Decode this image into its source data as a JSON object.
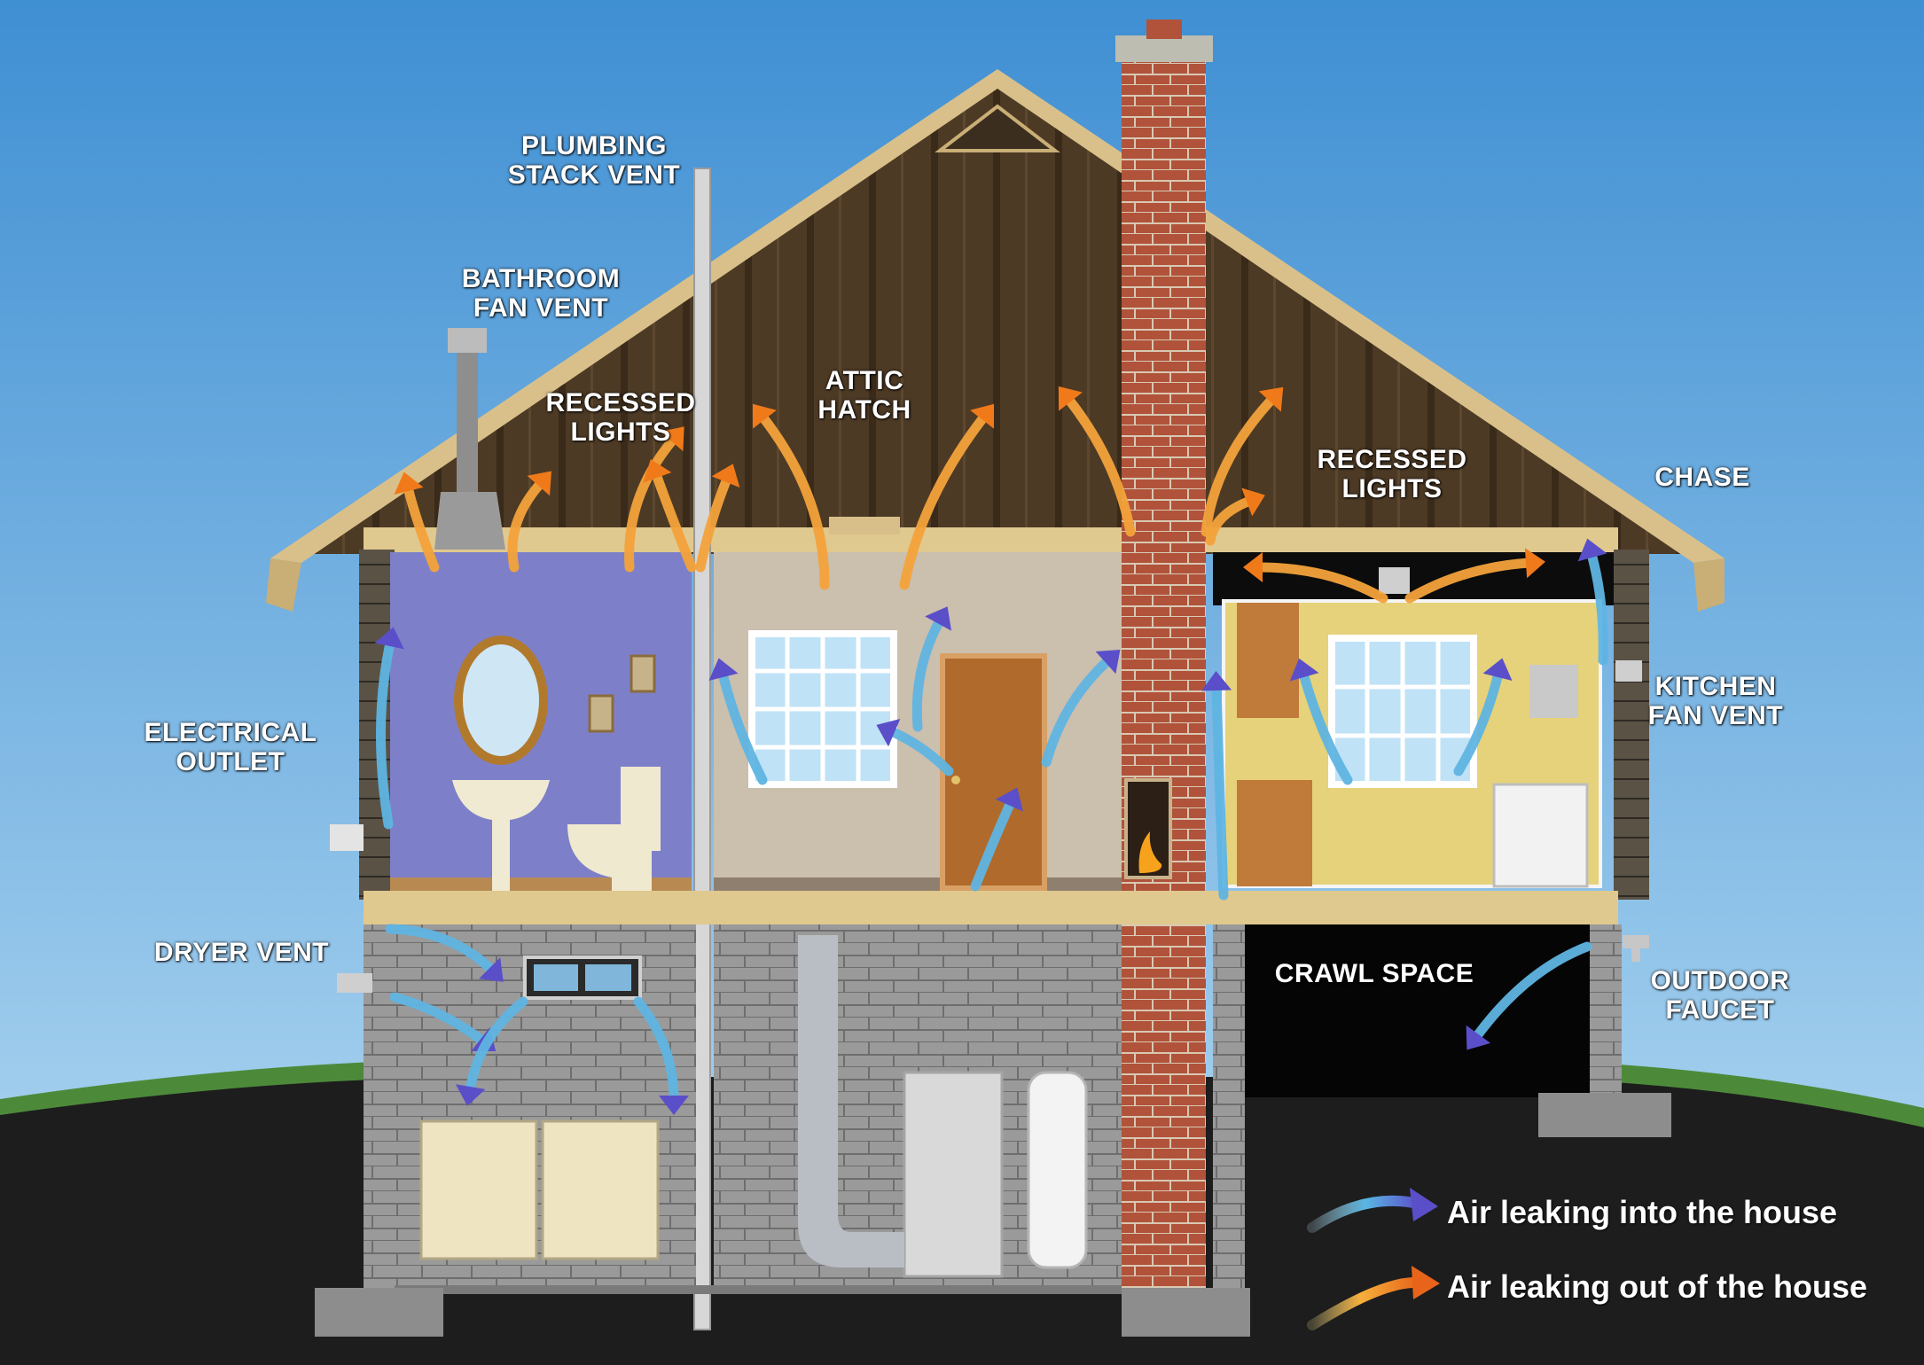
{
  "labels": {
    "plumbing_stack_vent": [
      "PLUMBING",
      "STACK VENT"
    ],
    "bathroom_fan_vent": [
      "BATHROOM",
      "FAN VENT"
    ],
    "recessed_lights_left": [
      "RECESSED",
      "LIGHTS"
    ],
    "attic_hatch": [
      "ATTIC",
      "HATCH"
    ],
    "recessed_lights_right": [
      "RECESSED",
      "LIGHTS"
    ],
    "chase": "CHASE",
    "electrical_outlet": [
      "ELECTRICAL",
      "OUTLET"
    ],
    "kitchen_fan_vent": [
      "KITCHEN",
      "FAN VENT"
    ],
    "dryer_vent": "DRYER VENT",
    "crawl_space": "CRAWL SPACE",
    "outdoor_faucet": [
      "OUTDOOR",
      "FAUCET"
    ]
  },
  "legend": {
    "in_label": "Air leaking into the house",
    "out_label": "Air leaking out of the house",
    "in_color": "#5a4fc9",
    "out_color": "#f07a1a"
  },
  "colors": {
    "sky_top": "#3f8fd3",
    "sky_bottom": "#a9d3f0",
    "grass": "#4c8a3a",
    "soil": "#1e1e1e",
    "attic": "#4e3b26",
    "brick": "#b0533a",
    "bathroom_wall": "#7d80c9",
    "living_wall": "#cbbfae",
    "kitchen_wall": "#e6d27a",
    "basement_block": "#9c9c9c"
  }
}
